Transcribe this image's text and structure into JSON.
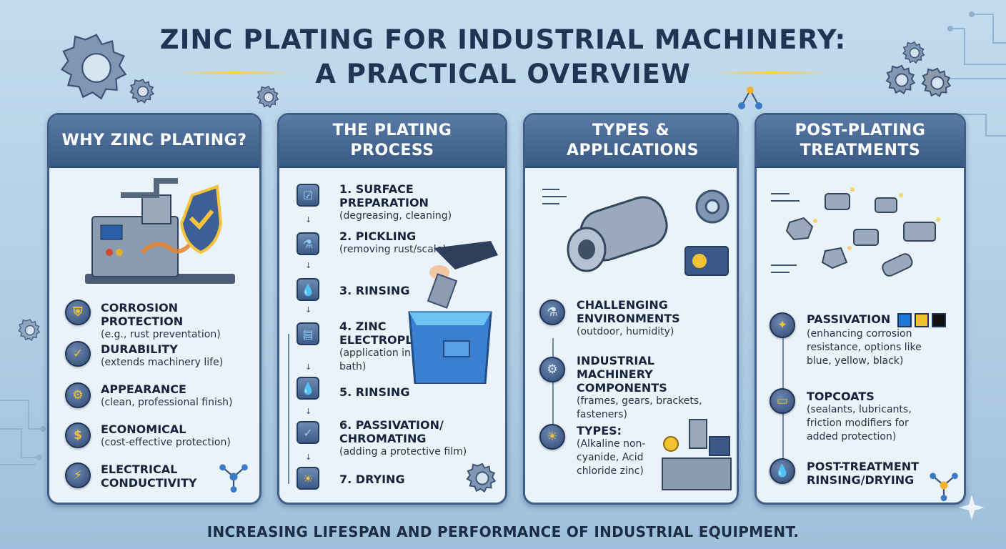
{
  "title": {
    "line1": "ZINC PLATING FOR INDUSTRIAL MACHINERY:",
    "line2": "A PRACTICAL OVERVIEW"
  },
  "panels": [
    {
      "heading": "WHY ZINC PLATING?",
      "items": [
        {
          "title": "CORROSION PROTECTION",
          "desc": "(e.g., rust preventation)",
          "icon": "shield-icon"
        },
        {
          "title": "DURABILITY",
          "desc": "(extends machinery life)",
          "icon": "shield-check-icon"
        },
        {
          "title": "APPEARANCE",
          "desc": "(clean, professional finish)",
          "icon": "gear-icon"
        },
        {
          "title": "ECONOMICAL",
          "desc": "(cost-effective protection)",
          "icon": "dollar-coin-icon"
        },
        {
          "title": "ELECTRICAL",
          "desc": "CONDUCTIVITY",
          "icon": "lightning-icon"
        }
      ]
    },
    {
      "heading": "THE PLATING PROCESS",
      "steps": [
        {
          "title": "1. SURFACE PREPARATION",
          "desc": "(degreasing, cleaning)",
          "icon": "checklist-icon"
        },
        {
          "title": "2. PICKLING",
          "desc": "(removing rust/scale)",
          "icon": "flask-icon"
        },
        {
          "title": "3. RINSING",
          "desc": "",
          "icon": "water-drop-icon"
        },
        {
          "title": "4. ZINC ELECTROPLATING",
          "desc": "(application in a bath)",
          "icon": "bath-icon"
        },
        {
          "title": "5. RINSING",
          "desc": "",
          "icon": "water-drop-icon"
        },
        {
          "title": "6. PASSIVATION/ CHROMATING",
          "desc": "(adding a protective film)",
          "icon": "shield-check-icon"
        },
        {
          "title": "7. DRYING",
          "desc": "",
          "icon": "sun-icon"
        }
      ]
    },
    {
      "heading": "TYPES & APPLICATIONS",
      "items": [
        {
          "title": "CHALLENGING ENVIRONMENTS",
          "desc": "(outdoor, humidity)",
          "icon": "flask-icon"
        },
        {
          "title": "INDUSTRIAL MACHINERY COMPONENTS",
          "desc": "(frames, gears, brackets, fasteners)",
          "icon": "gear-icon"
        },
        {
          "title": "TYPES:",
          "desc": "(Alkaline non-cyanide, Acid chloride zinc)",
          "icon": "sun-icon"
        }
      ]
    },
    {
      "heading": "POST-PLATING TREATMENTS",
      "items": [
        {
          "title": "PASSIVATION",
          "desc": "(enhancing corrosion resistance, options like blue, yellow, black)",
          "icon": "sparkle-icon"
        },
        {
          "title": "TOPCOATS",
          "desc": "(sealants, lubricants, friction modifiers for added protection)",
          "icon": "coating-icon"
        },
        {
          "title": "POST-TREATMENT RINSING/DRYING",
          "desc": "",
          "icon": "water-drop-icon"
        }
      ],
      "swatch_colors": [
        "#1f78d8",
        "#f4c02a",
        "#111111"
      ]
    }
  ],
  "footer": "INCREASING LIFESPAN AND PERFORMANCE OF INDUSTRIAL EQUIPMENT.",
  "colors": {
    "panel_header": "#3a5a86",
    "title": "#1f3553",
    "accent": "#f2c230"
  }
}
